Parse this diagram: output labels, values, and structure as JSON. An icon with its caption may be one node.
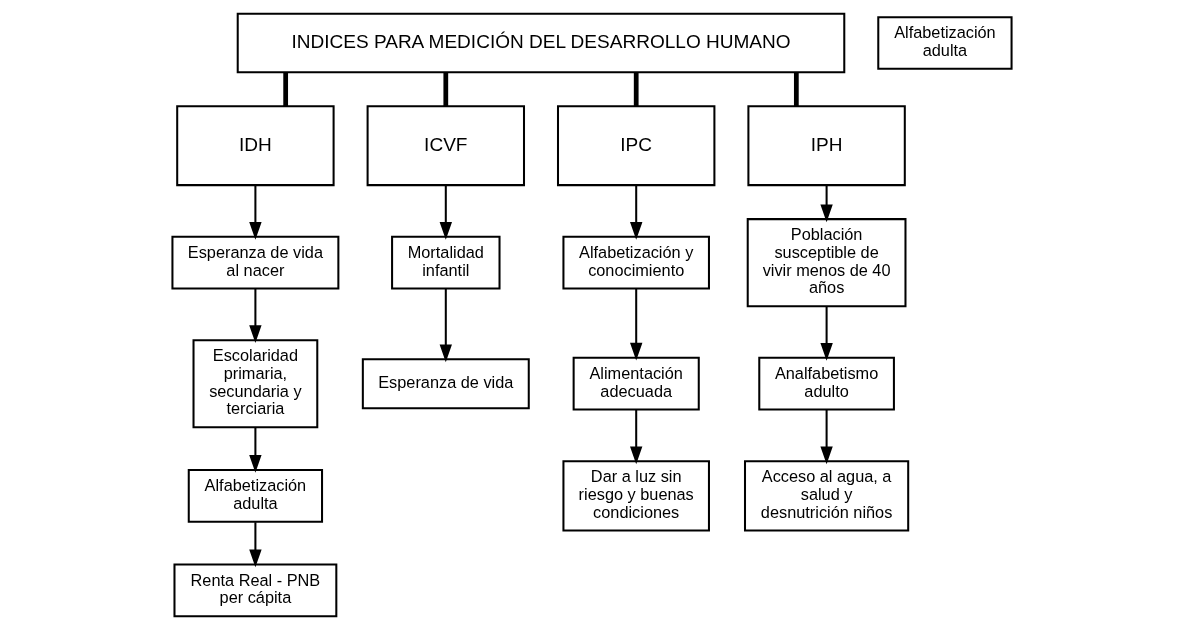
{
  "diagram": {
    "nodes": [
      {
        "text": [
          "INDICES PARA MEDICIÓN DEL DESARROLLO HUMANO"
        ]
      },
      {
        "text": [
          "IDH"
        ]
      },
      {
        "text": [
          "ICVF"
        ]
      },
      {
        "text": [
          "IPC"
        ]
      },
      {
        "text": [
          "IPH"
        ]
      },
      {
        "text": [
          "Esperanza de vida al nacer"
        ]
      },
      {
        "text": [
          "Escolaridad primaria, secundaria y terciaria"
        ]
      },
      {
        "text": [
          "Alfabetización adulta"
        ]
      },
      {
        "text": [
          "Renta Real - PNB per cápita"
        ]
      },
      {
        "text": [
          "Mortalidad infantil"
        ]
      },
      {
        "text": [
          "Esperanza de vida"
        ]
      },
      {
        "text": [
          "Alfabetización adulta"
        ]
      },
      {
        "text": [
          "Alfabetización y conocimiento"
        ]
      },
      {
        "text": [
          "Alimentación adecuada"
        ]
      },
      {
        "text": [
          "Dar a luz sin riesgo y buenas condiciones"
        ]
      },
      {
        "text": [
          "Población susceptible de vivir menos de 40 años"
        ]
      },
      {
        "text": [
          "Analfabetismo adulto"
        ]
      },
      {
        "text": [
          "Acceso al agua, a salud y desnutrición niños"
        ]
      }
    ],
    "edges": [
      {
        "from": 0,
        "to": 1,
        "arrow": "none",
        "style": "thick"
      },
      {
        "from": 0,
        "to": 2,
        "arrow": "none",
        "style": "thick"
      },
      {
        "from": 0,
        "to": 3,
        "arrow": "none",
        "style": "thick"
      },
      {
        "from": 0,
        "to": 4,
        "arrow": "none",
        "style": "thick"
      },
      {
        "from": 1,
        "to": 5,
        "arrow": "to"
      },
      {
        "from": 5,
        "to": 6,
        "arrow": "to"
      },
      {
        "from": 6,
        "to": 7,
        "arrow": "to"
      },
      {
        "from": 7,
        "to": 8,
        "arrow": "to"
      },
      {
        "from": 2,
        "to": 9,
        "arrow": "to"
      },
      {
        "from": 9,
        "to": 10,
        "arrow": "to"
      },
      {
        "from": 3,
        "to": 12,
        "arrow": "to"
      },
      {
        "from": 12,
        "to": 13,
        "arrow": "to"
      },
      {
        "from": 13,
        "to": 14,
        "arrow": "to"
      },
      {
        "from": 4,
        "to": 15,
        "arrow": "to"
      },
      {
        "from": 15,
        "to": 16,
        "arrow": "to"
      },
      {
        "from": 16,
        "to": 17,
        "arrow": "to"
      }
    ]
  }
}
